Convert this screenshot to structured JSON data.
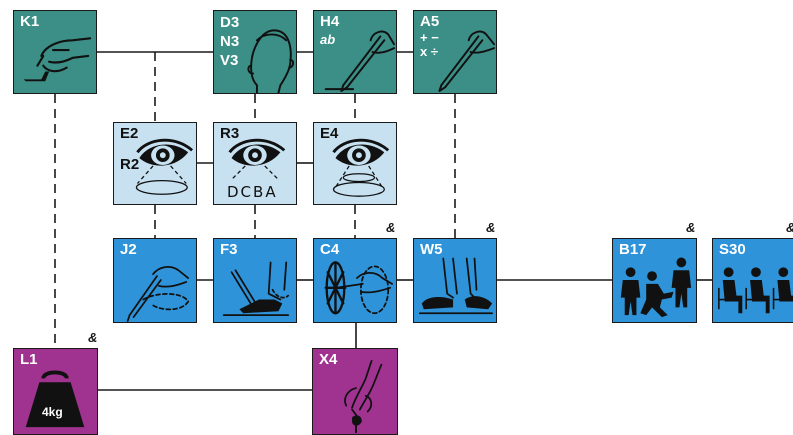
{
  "boxes": {
    "K1": {
      "code": "K1"
    },
    "D3": {
      "code": "D3\nN3\nV3"
    },
    "H4": {
      "code": "H4",
      "sub": "ab"
    },
    "A5": {
      "code": "A5",
      "sub": "+ −\nx ÷"
    },
    "E2": {
      "code": "E2",
      "sub": "R2"
    },
    "R3": {
      "code": "R3",
      "sub": "DCBA"
    },
    "E4": {
      "code": "E4"
    },
    "J2": {
      "code": "J2"
    },
    "F3": {
      "code": "F3"
    },
    "C4": {
      "code": "C4"
    },
    "W5": {
      "code": "W5"
    },
    "B17": {
      "code": "B17"
    },
    "S30": {
      "code": "S30"
    },
    "L1": {
      "code": "L1",
      "sub": "4kg"
    },
    "X4": {
      "code": "X4"
    }
  },
  "ampersand": "&",
  "colors": {
    "teal": "#3c8f86",
    "light_blue": "#c7e1f1",
    "blue": "#2e93d8",
    "magenta": "#a0338f",
    "line": "#1a1a1a"
  },
  "icons": {
    "K1": "hand-pointing-icon",
    "D3": "head-profile-icon",
    "H4": "hand-writing-icon",
    "A5": "hand-writing-icon",
    "E2": "eye-icon",
    "R3": "eye-icon",
    "E4": "eye-icon",
    "J2": "hand-drawing-icon",
    "F3": "foot-pedal-icon",
    "C4": "hand-wheel-icon",
    "W5": "walking-feet-icon",
    "B17": "people-group-icon",
    "S30": "seated-people-icon",
    "L1": "weight-icon",
    "X4": "hand-pinch-icon"
  }
}
